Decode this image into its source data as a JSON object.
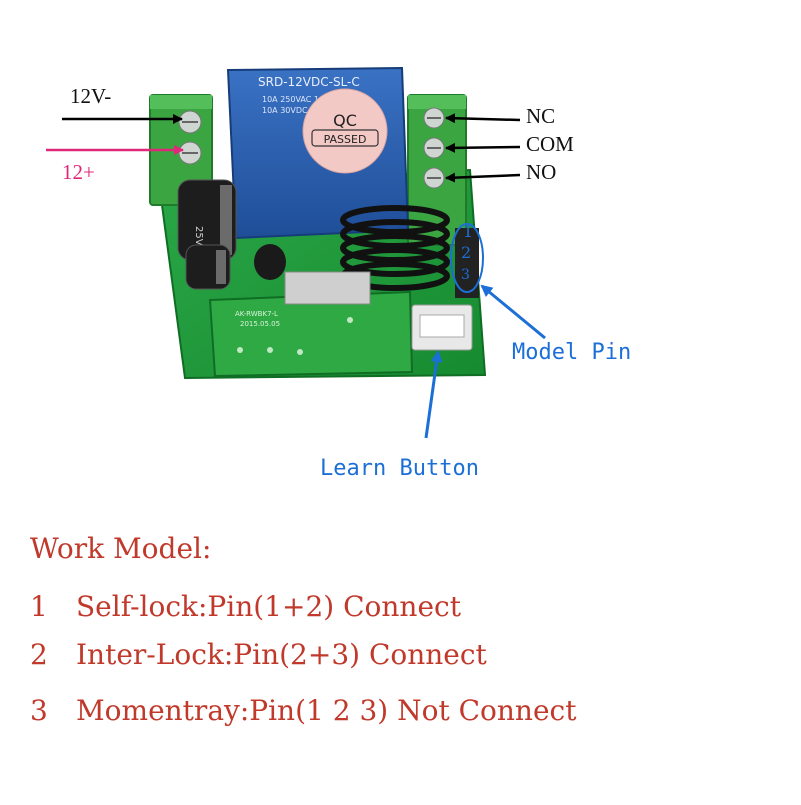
{
  "wiring": {
    "neg_label": "12V-",
    "pos_label": "12+",
    "nc_label": "NC",
    "com_label": "COM",
    "no_label": "NO"
  },
  "board": {
    "relay_text": "SRD-12VDC-SL-C",
    "relay_rating_1": "10A 250VAC 10A 125VAC",
    "relay_rating_2": "10A 30VDC 10A 28VDC",
    "qc_top": "QC",
    "qc_bottom": "PASSED",
    "cap_text": "25V",
    "module_text": "AK-RWBK7-L",
    "module_date": "2015.05.05",
    "pin_numbers": [
      "1",
      "2",
      "3"
    ]
  },
  "callouts": {
    "model_pin": "Model Pin",
    "learn_button": "Learn Button"
  },
  "modes": {
    "heading": "Work Model:",
    "items": [
      {
        "num": "1",
        "text": "Self-lock:Pin(1+2) Connect"
      },
      {
        "num": "2",
        "text": "Inter-Lock:Pin(2+3) Connect"
      },
      {
        "num": "3",
        "text": "Momentray:Pin(1 2 3) Not Connect"
      }
    ]
  },
  "colors": {
    "pcb": "#1f9a3a",
    "terminal": "#3aa541",
    "relay": "#2a5fb0",
    "arrow_black": "#000000",
    "arrow_pink": "#e0287a",
    "arrow_blue": "#1c6fd6",
    "mode_text": "#c0392b"
  }
}
